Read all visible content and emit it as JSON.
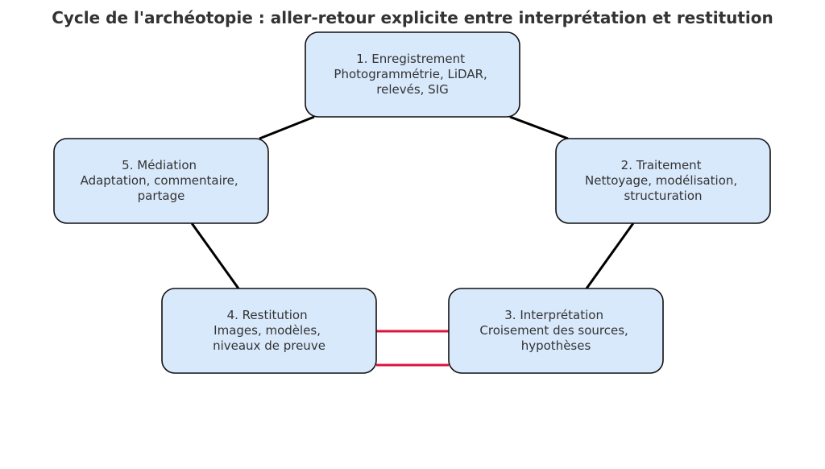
{
  "title": "Cycle de l'archéotopie : aller-retour explicite entre interprétation et restitution",
  "nodes": [
    {
      "id": "1",
      "lines": [
        "1. Enregistrement",
        "Photogrammétrie, LiDAR,",
        "relevés, SIG"
      ]
    },
    {
      "id": "2",
      "lines": [
        "2. Traitement",
        "Nettoyage, modélisation,",
        "structuration"
      ]
    },
    {
      "id": "3",
      "lines": [
        "3. Interprétation",
        "Croisement des sources,",
        "hypothèses"
      ]
    },
    {
      "id": "4",
      "lines": [
        "4. Restitution",
        "Images, modèles,",
        "niveaux de preuve"
      ]
    },
    {
      "id": "5",
      "lines": [
        "5. Médiation",
        "Adaptation, commentaire,",
        "partage"
      ]
    }
  ],
  "colors": {
    "box_fill": "#d9e9fc",
    "edge": "#000000",
    "feedback": "#dc143c"
  }
}
